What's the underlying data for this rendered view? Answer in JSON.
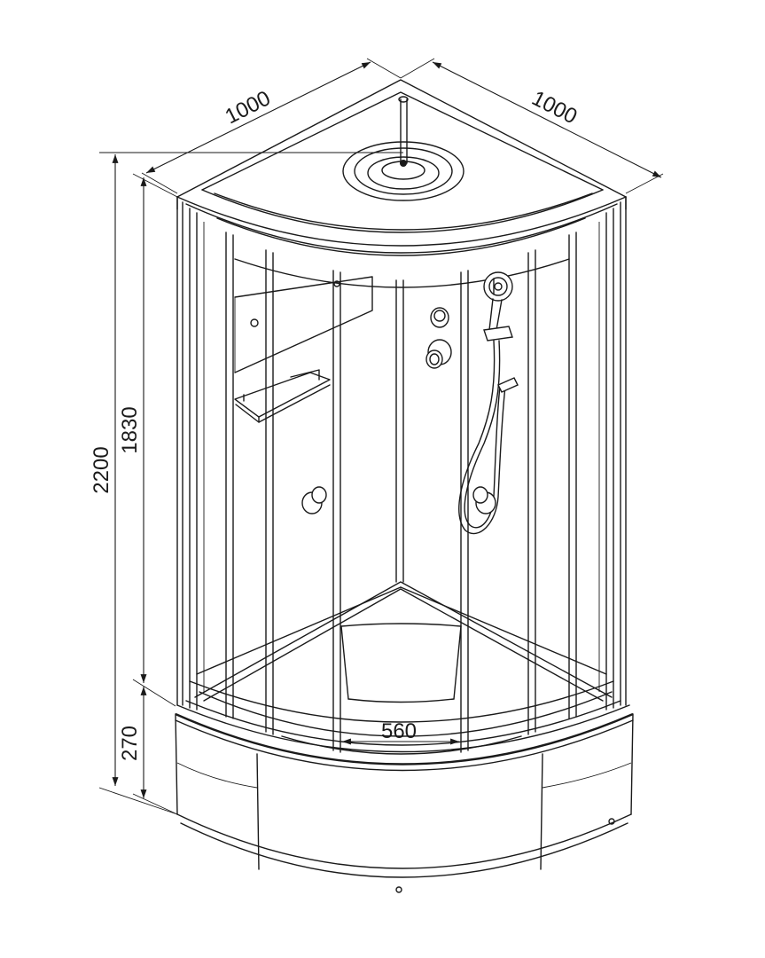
{
  "dimensions": {
    "width_left": "1000",
    "width_right": "1000",
    "total_height": "2200",
    "cabin_height": "1830",
    "tray_height": "270",
    "entrance_width": "560"
  }
}
